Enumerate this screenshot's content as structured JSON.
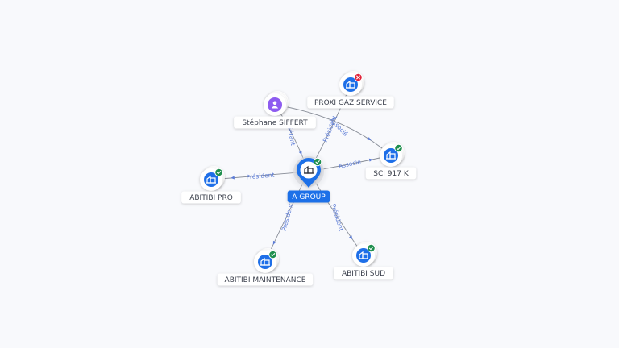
{
  "colors": {
    "background": "#f8f9fc",
    "edge": "#8a8f99",
    "edge_label": "#5b7bd6",
    "company": "#1e6fe8",
    "person": "#8e5cf0",
    "status_ok": "#1f8f4e",
    "status_closed": "#e0243b",
    "center_tag": "#1e6fe8"
  },
  "center": {
    "label": "A GROUP",
    "icon": "building-icon",
    "status": "active"
  },
  "nodes": [
    {
      "id": "proxi",
      "label": "PROXI GAZ SERVICE",
      "type": "company",
      "status": "closed",
      "icon": "building-icon"
    },
    {
      "id": "stephane",
      "label": "Stéphane SIFFERT",
      "type": "person",
      "status": "none",
      "icon": "person-icon"
    },
    {
      "id": "sci",
      "label": "SCI 917 K",
      "type": "company",
      "status": "active",
      "icon": "building-icon"
    },
    {
      "id": "abitibi-pro",
      "label": "ABITIBI PRO",
      "type": "company",
      "status": "active",
      "icon": "building-icon"
    },
    {
      "id": "abitibi-maintenance",
      "label": "ABITIBI MAINTENANCE",
      "type": "company",
      "status": "active",
      "icon": "building-icon"
    },
    {
      "id": "abitibi-sud",
      "label": "ABITIBI SUD",
      "type": "company",
      "status": "active",
      "icon": "building-icon"
    }
  ],
  "edges": [
    {
      "from": "stephane",
      "to": "center",
      "label": "Gérant"
    },
    {
      "from": "center",
      "to": "proxi",
      "label": "Président"
    },
    {
      "from": "stephane",
      "to": "sci",
      "label": "Associé"
    },
    {
      "from": "center",
      "to": "sci",
      "label": "Associé"
    },
    {
      "from": "center",
      "to": "abitibi-pro",
      "label": "Président"
    },
    {
      "from": "center",
      "to": "abitibi-maintenance",
      "label": "Président"
    },
    {
      "from": "center",
      "to": "abitibi-sud",
      "label": "Président"
    }
  ]
}
